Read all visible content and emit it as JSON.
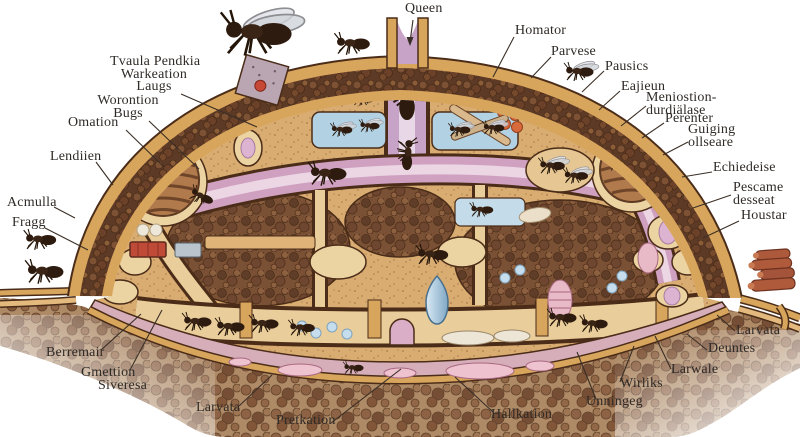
{
  "diagram": {
    "type": "ant-colony-cross-section-illustration",
    "labels": {
      "queen": "Queen",
      "homator": "Homator",
      "parvese": "Parvese",
      "pausics": "Pausics",
      "eajieun": "Eajieun",
      "meniostion": [
        "Meniostion-",
        "durdiälase"
      ],
      "perenter": "Perenter",
      "guiging": [
        "Guiging",
        "ollseare"
      ],
      "echiedeise": "Echiedeise",
      "pescame": [
        "Pescame",
        "desseat"
      ],
      "houstar": "Houstar",
      "larvata_right": "Larvata",
      "deuntes": "Deuntes",
      "larwale": "Larwale",
      "wirliks": "Wirliks",
      "unningeg": "Unningeg",
      "hallkation": "Hallkation",
      "pretkation": "Pretkation",
      "larvata_bottom_left": "Larvata",
      "gmettion": [
        "Gmettion",
        "Siveresa"
      ],
      "berremair": "Berremair",
      "fragg": "Fragg",
      "acmulla": "Acmulla",
      "lendiien": "Lendiien",
      "omation": "Omation",
      "worontion": [
        "Worontion",
        "Bugs"
      ],
      "tvaula": [
        "Tvaula Pendkia",
        "Warkeation",
        "Laugs"
      ]
    },
    "palette": {
      "outline": "#4a2c18",
      "sand": "#d9ac72",
      "shell_tan": "#d8a55c",
      "pebble_band": "#5d3a26",
      "tunnel_pink": "#cfa0c0",
      "shaft_purple": "#c7a3c7",
      "water_blue": "#b2d2e4",
      "egg_orange": "#d8693a",
      "larva_pink": "#e8b9c6",
      "soil": "#ae8a66",
      "label_text": "#2f2a26"
    }
  }
}
